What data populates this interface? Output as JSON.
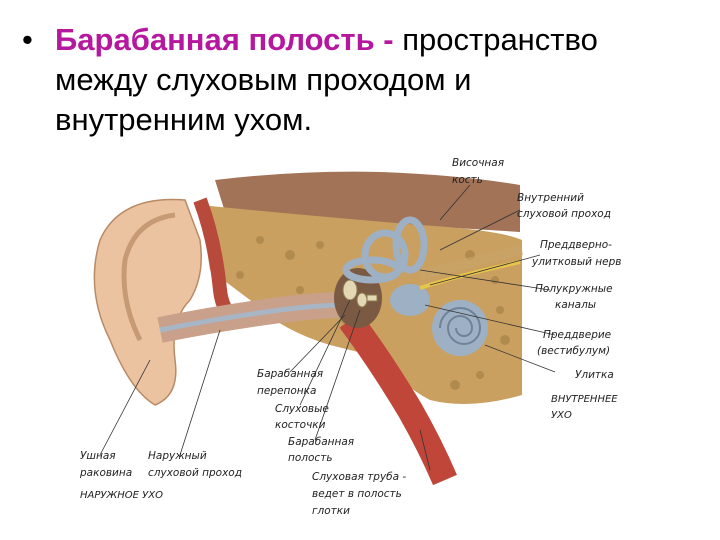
{
  "slide": {
    "bullet": "•",
    "term": "Барабанная полость",
    "dash": " - ",
    "line1_rest": "пространство",
    "line2": "между слуховым проходом и",
    "line3": "внутренним ухом."
  },
  "diagram": {
    "labels": {
      "temporal_bone_1": "Височная",
      "temporal_bone_2": "кость",
      "internal_canal_1": "Внутренний",
      "internal_canal_2": "слуховой проход",
      "vc_nerve_1": "Преддверно-",
      "vc_nerve_2": "улитковый нерв",
      "semicircular_1": "Полукружные",
      "semicircular_2": "каналы",
      "vestibule_1": "Преддверие",
      "vestibule_2": "(вестибулум)",
      "cochlea": "Улитка",
      "inner_ear_1": "ВНУТРЕННЕЕ",
      "inner_ear_2": "УХО",
      "eardrum_1": "Барабанная",
      "eardrum_2": "перепонка",
      "ossicles_1": "Слуховые",
      "ossicles_2": "косточки",
      "tympanic_1": "Барабанная",
      "tympanic_2": "полость",
      "tube_1": "Слуховая труба -",
      "tube_2": "ведет в полость",
      "tube_3": "глотки",
      "pinna_1": "Ушная",
      "pinna_2": "раковина",
      "ext_canal_1": "Наружный",
      "ext_canal_2": "слуховой проход",
      "outer_ear": "НАРУЖНОЕ УХО"
    }
  }
}
